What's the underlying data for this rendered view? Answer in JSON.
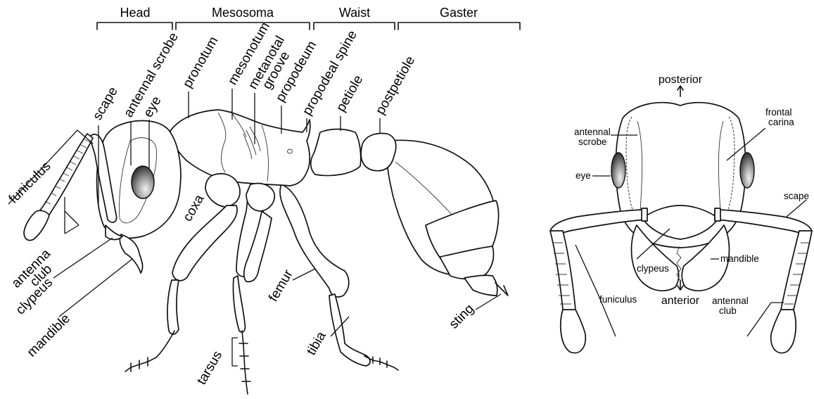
{
  "sections": {
    "head": "Head",
    "mesosoma": "Mesosoma",
    "waist": "Waist",
    "gaster": "Gaster"
  },
  "side_labels": {
    "funiculus": "funiculus",
    "scape": "scape",
    "antennal_scrobe": "antennal scrobe",
    "eye": "eye",
    "pronotum": "pronotum",
    "mesonotum": "mesonotum",
    "metanotal_groove_1": "metanotal",
    "metanotal_groove_2": "groove",
    "propodeum": "propodeum",
    "propodeal_spine": "propodeal spine",
    "petiole": "petiole",
    "postpetiole": "postpetiole",
    "antenna_club_1": "antenna",
    "antenna_club_2": "club",
    "clypeus": "clypeus",
    "mandible": "mandible",
    "coxa": "coxa",
    "femur": "femur",
    "tibia": "tibia",
    "tarsus": "tarsus",
    "sting": "sting"
  },
  "front_labels": {
    "posterior": "posterior",
    "anterior": "anterior",
    "frontal_carina_1": "frontal",
    "frontal_carina_2": "carina",
    "antennal_scrobe_1": "antennal",
    "antennal_scrobe_2": "scrobe",
    "eye": "eye",
    "scape": "scape",
    "clypeus": "clypeus",
    "mandible": "mandible",
    "funiculus": "funiculus",
    "antennal_club_1": "antennal",
    "antennal_club_2": "club"
  },
  "colors": {
    "ink": "#111111",
    "eye_dark": "#1e1e1e",
    "eye_light": "#f2f2f2",
    "background": "#ffffff"
  }
}
